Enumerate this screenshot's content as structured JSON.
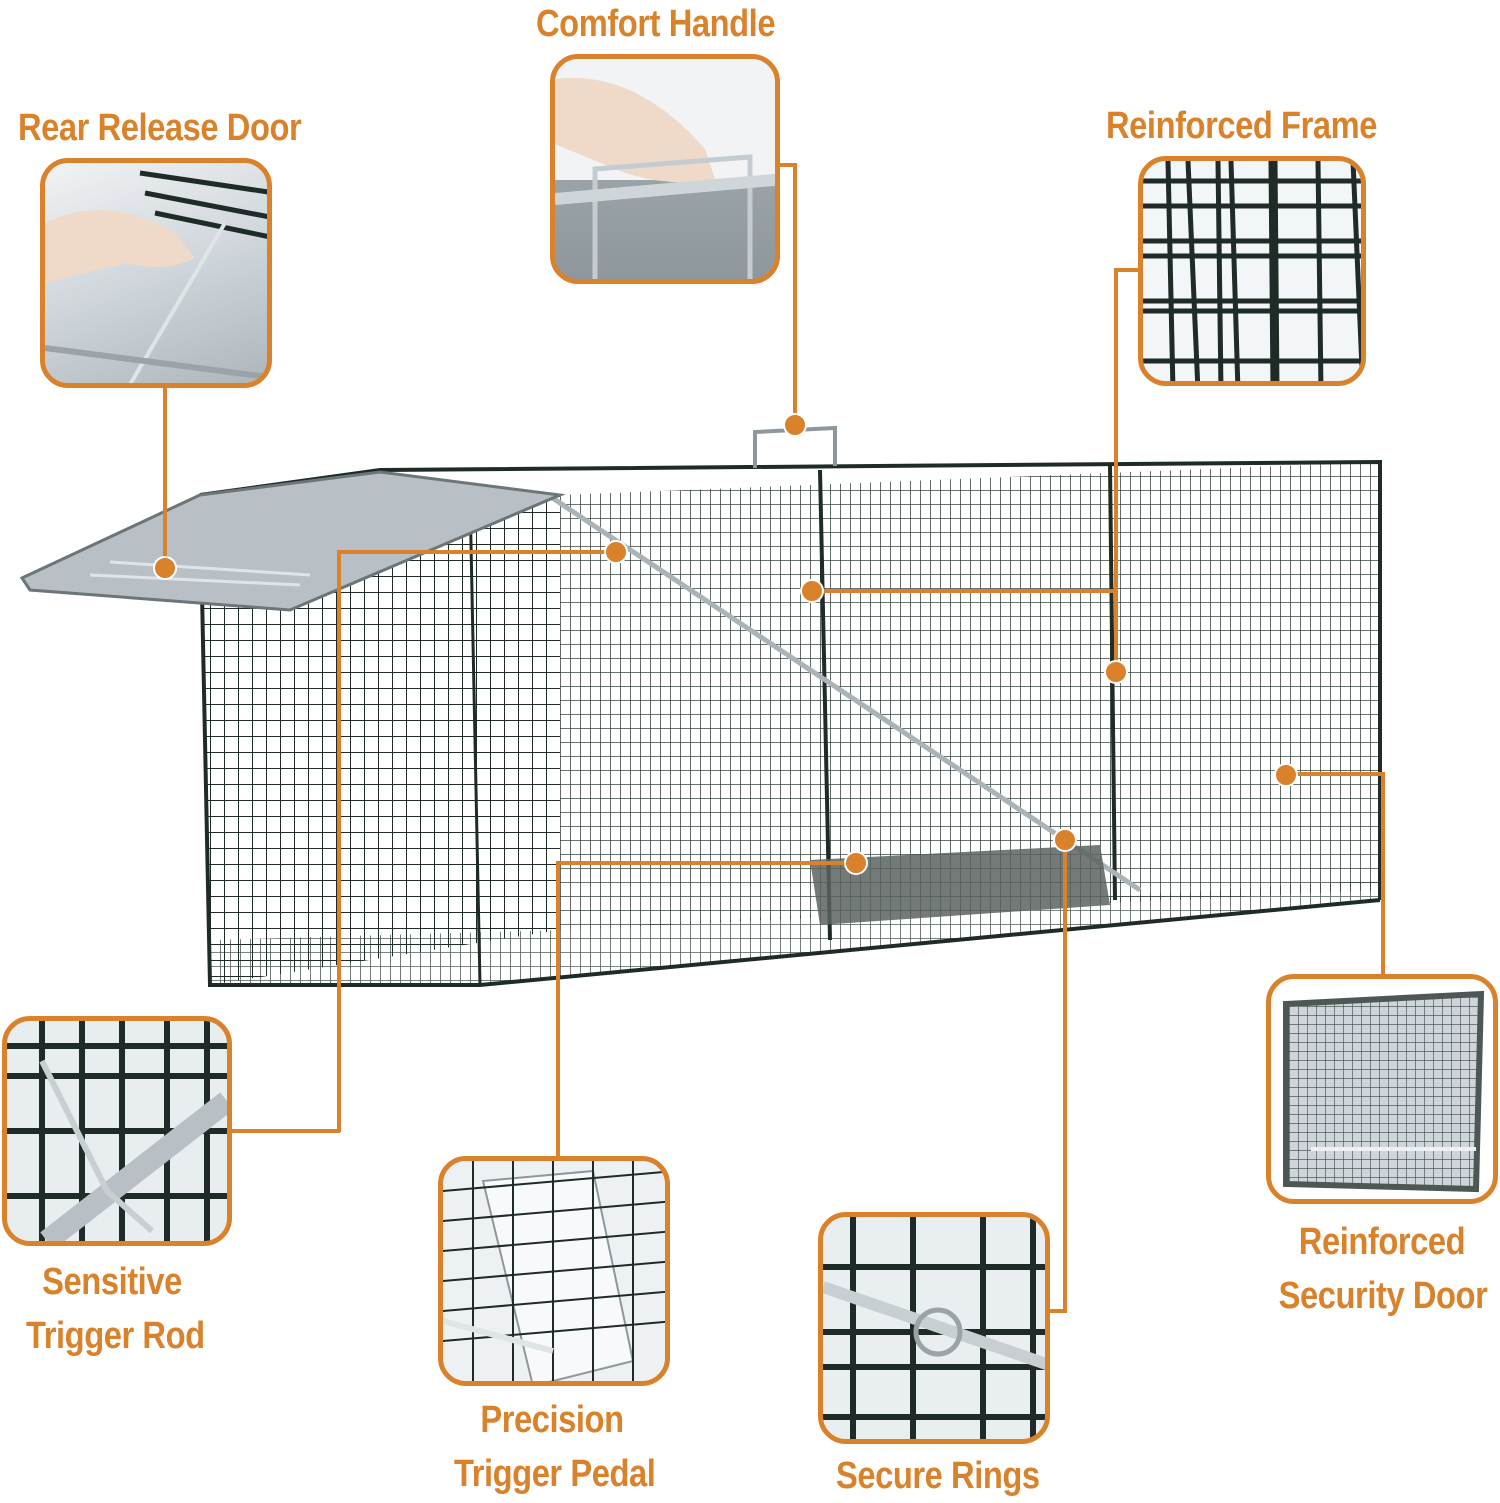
{
  "theme": {
    "accent": "#d9822b",
    "wire": "#1f2b27",
    "metal": "#b8c0c6",
    "background": "#ffffff"
  },
  "product": {
    "name": "cage-trap",
    "image": "single-door wire cage trap"
  },
  "callouts": [
    {
      "id": "rear-release-door",
      "label": "Rear Release Door",
      "icon": "hand-lifting-door-photo"
    },
    {
      "id": "comfort-handle",
      "label": "Comfort Handle",
      "icon": "hand-holding-handle-photo"
    },
    {
      "id": "reinforced-frame",
      "label": "Reinforced Frame",
      "icon": "wire-mesh-closeup-photo"
    },
    {
      "id": "sensitive-trigger-rod",
      "label_line1": "Sensitive",
      "label_line2": "Trigger Rod",
      "icon": "trigger-rod-closeup-photo"
    },
    {
      "id": "precision-trigger-pedal",
      "label_line1": "Precision",
      "label_line2": "Trigger Pedal",
      "icon": "trigger-pedal-closeup-photo"
    },
    {
      "id": "secure-rings",
      "label": "Secure Rings",
      "icon": "ring-on-rod-closeup-photo"
    },
    {
      "id": "reinforced-security-door",
      "label_line1": "Reinforced",
      "label_line2": "Security Door",
      "icon": "security-door-photo"
    }
  ]
}
